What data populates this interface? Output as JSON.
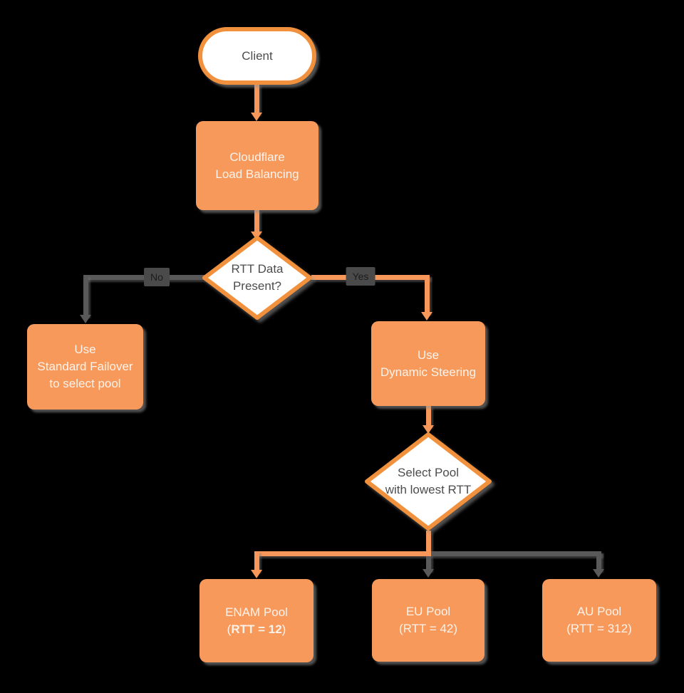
{
  "diagram": {
    "title": "Cloudflare Load Balancing decision flowchart",
    "colors": {
      "background": "#000000",
      "orange_fill": "#F7995B",
      "orange_border": "#F2913D",
      "gray_line": "#595959",
      "light_text": "#FDF3EB",
      "dark_text": "#4D4D4D"
    },
    "nodes": {
      "client": {
        "label": "Client"
      },
      "cloudflare": {
        "line1": "Cloudflare",
        "line2": "Load Balancing"
      },
      "rtt_decision": {
        "line1": "RTT Data",
        "line2": "Present?"
      },
      "standard_failover": {
        "line1": "Use",
        "line2": "Standard Failover",
        "line3": "to select pool"
      },
      "dynamic_steering": {
        "line1": "Use",
        "line2": "Dynamic Steering"
      },
      "select_pool": {
        "line1": "Select Pool",
        "line2": "with lowest RTT"
      },
      "enam_pool": {
        "line1": "ENAM Pool",
        "line2_open": "(",
        "line2_bold": "RTT = 12",
        "line2_close": ")"
      },
      "eu_pool": {
        "line1": "EU Pool",
        "line2": "(RTT = 42)"
      },
      "au_pool": {
        "line1": "AU Pool",
        "line2": "(RTT = 312)"
      }
    },
    "edge_labels": {
      "no": "No",
      "yes": "Yes"
    }
  }
}
